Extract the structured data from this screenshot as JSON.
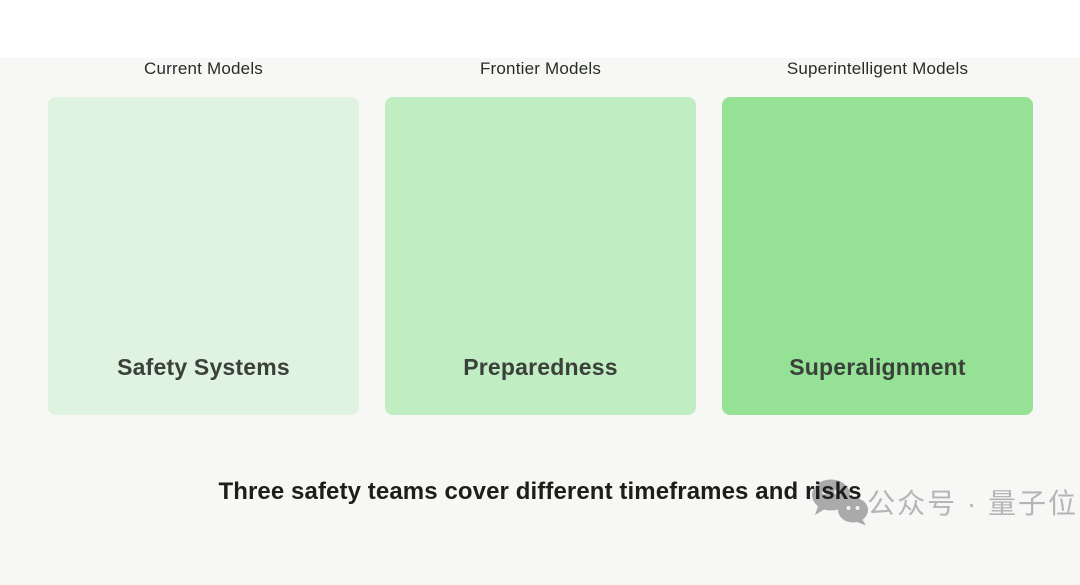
{
  "background": "#f7f8f6",
  "columns": [
    {
      "title": "Current Models",
      "label": "Safety Systems",
      "color": "#e0f2e0"
    },
    {
      "title": "Frontier Models",
      "label": "Preparedness",
      "color": "#c0edc2"
    },
    {
      "title": "Superintelligent Models",
      "label": "Superalignment",
      "color": "#95e195"
    }
  ],
  "caption": "Three safety teams cover different timeframes and risks",
  "watermark": {
    "icon": "wechat-chat-bubbles-icon",
    "text": "公众号 · 量子位",
    "color": "#b5b5b5"
  }
}
